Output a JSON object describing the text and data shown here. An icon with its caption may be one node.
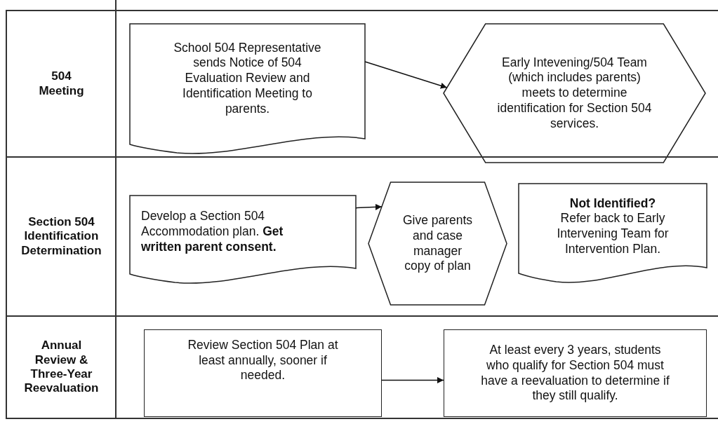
{
  "diagram": {
    "nodes": [
      {
        "text": [
          "504 Meeting"
        ]
      },
      {
        "text": [
          "School 504 Representative sends Notice of 504 Evaluation Review and Identification Meeting to parents."
        ],
        "in": 0
      },
      {
        "text": [
          "Early Intevening/504 Team (which includes parents) meets to determine identification for Section 504 services."
        ],
        "in": 0
      },
      {
        "text": [
          "Section 504 Identification Determination"
        ]
      },
      {
        "text": [
          "Develop a Section 504 Accommodation plan. **Get written parent consent.**"
        ],
        "in": 3
      },
      {
        "text": [
          "Give parents and case manager copy of plan"
        ],
        "in": 3
      },
      {
        "text": [
          "Not Identified?",
          "Refer back to Early Intervening Team for Intervention Plan."
        ],
        "in": 3
      },
      {
        "text": [
          "Annual Review & Three-Year Reevaluation"
        ]
      },
      {
        "text": [
          "Review Section 504 Plan at least annually, sooner if needed."
        ],
        "in": 7
      },
      {
        "text": [
          "At least every 3 years, students who qualify for Section 504 must have a reevaluation to determine if they still qualify."
        ],
        "in": 7
      }
    ],
    "edges": [
      {
        "from": 1,
        "to": 2,
        "arrow": "to"
      },
      {
        "from": 4,
        "to": 5,
        "arrow": "to"
      },
      {
        "from": 8,
        "to": 9,
        "arrow": "to"
      }
    ]
  }
}
